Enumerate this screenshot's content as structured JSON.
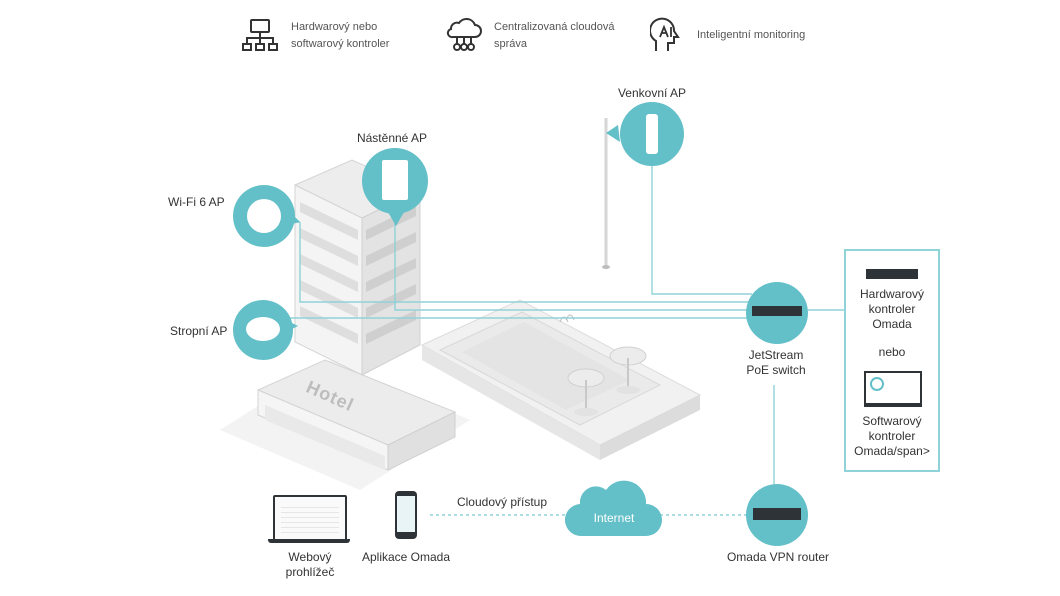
{
  "features": [
    {
      "icon": "network-hierarchy-icon",
      "line1": "Hardwarový nebo",
      "line2": "softwarový kontroler"
    },
    {
      "icon": "cloud-network-icon",
      "line1": "Centralizovaná cloudová",
      "line2": "správa"
    },
    {
      "icon": "ai-head-icon",
      "line1": "Inteligentní monitoring",
      "line2": ""
    }
  ],
  "devices": {
    "outdoor_ap": "Venkovní AP",
    "wall_ap": "Nástěnné AP",
    "wifi6_ap": "Wi-Fi 6 AP",
    "ceiling_ap": "Stropní AP",
    "switch_line1": "JetStream",
    "switch_line2": "PoE switch",
    "router": "Omada VPN router"
  },
  "building_sign": "Hotel",
  "controller_panel": {
    "hw_line1": "Hardwarový",
    "hw_line2": "kontroler",
    "hw_line3": "Omada",
    "or": "nebo",
    "sw_line1": "Softwarový",
    "sw_line2": "kontroler",
    "sw_line3": "Omada/span>"
  },
  "cloud": {
    "label": "Internet",
    "access_label": "Cloudový přístup"
  },
  "clients": {
    "browser_line1": "Webový",
    "browser_line2": "prohlížeč",
    "app": "Aplikace Omada"
  },
  "colors": {
    "accent": "#63bfc8",
    "line": "#8fd2d8",
    "device_dark": "#2e3338",
    "icon": "#333333"
  }
}
